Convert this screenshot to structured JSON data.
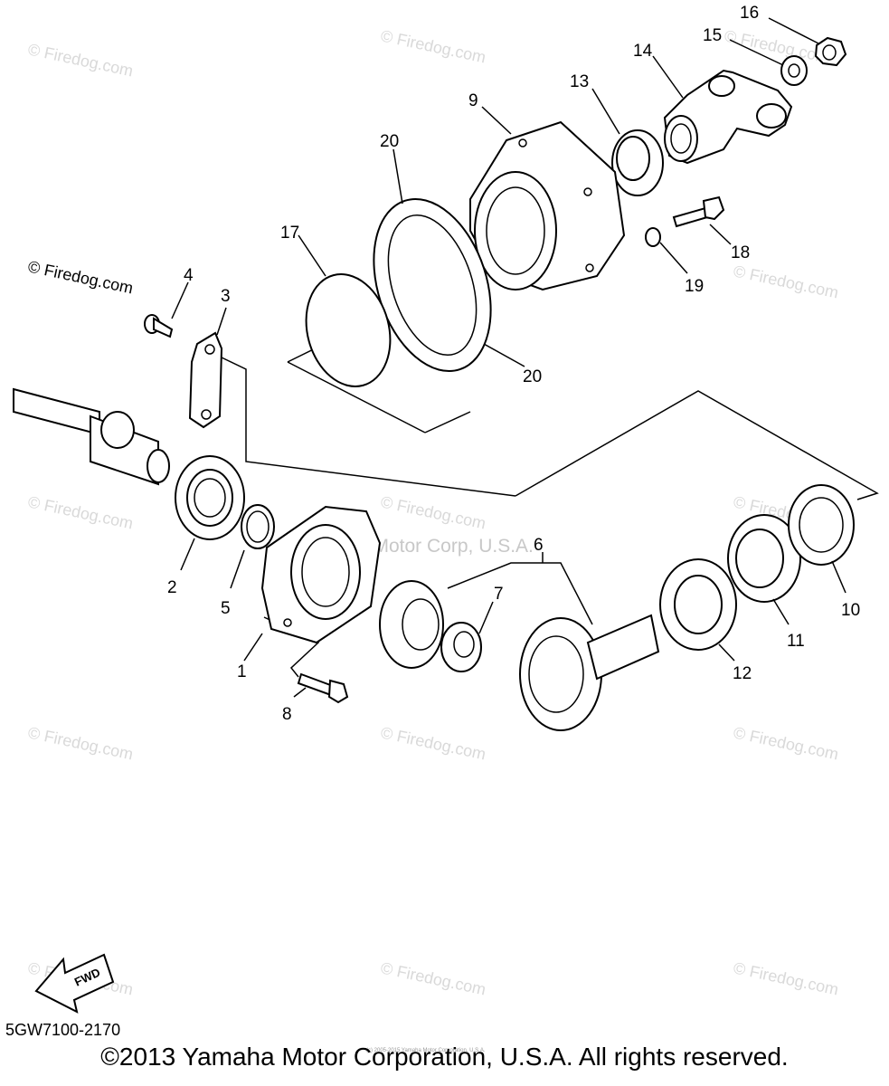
{
  "watermark": "© Firedog.com",
  "center_watermark": "Yamaha Motor Corp, U.S.A.",
  "callouts": [
    "1",
    "2",
    "3",
    "4",
    "5",
    "6",
    "7",
    "8",
    "9",
    "10",
    "11",
    "12",
    "13",
    "14",
    "15",
    "16",
    "17",
    "18",
    "19",
    "20",
    "20"
  ],
  "fwd_label": "FWD",
  "diagram_code": "5GW7100-2170",
  "tiny_copyright": "(c) 2005-2015 Yamaha Motor Corporation, U.S.A.",
  "footer": "©2013 Yamaha Motor Corporation, U.S.A. All rights reserved."
}
